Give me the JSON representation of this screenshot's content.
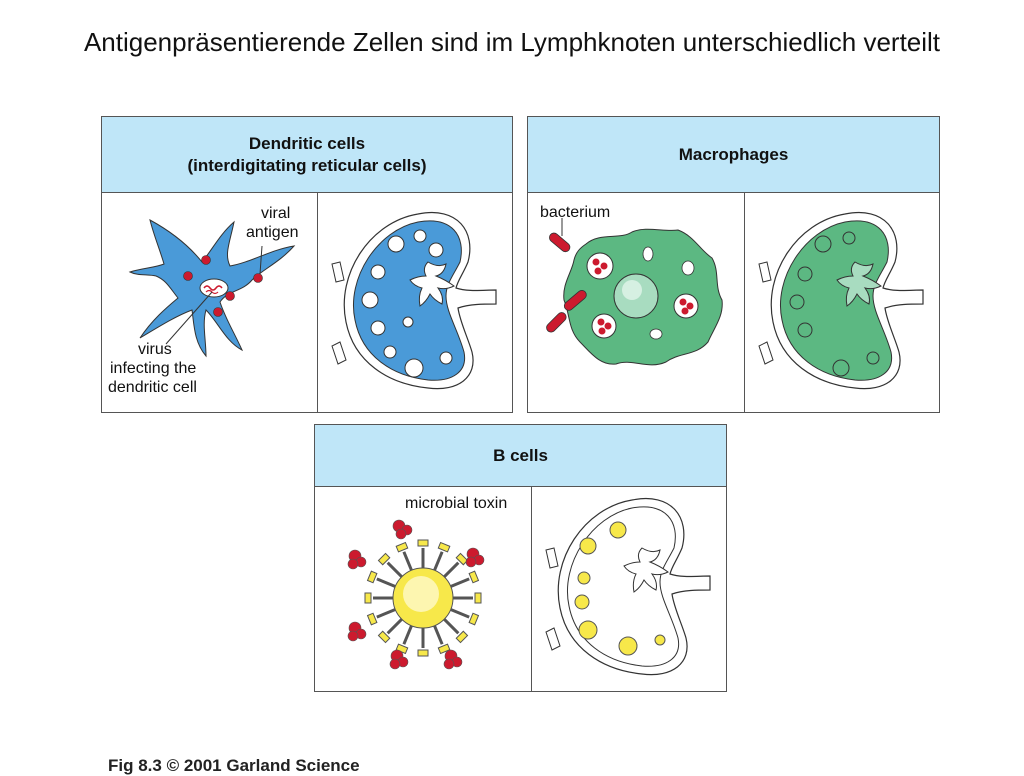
{
  "title": "Antigenpräsentierende Zellen sind im Lymphknoten unterschiedlich verteilt",
  "panels": {
    "dendritic": {
      "heading_line1": "Dendritic cells",
      "heading_line2": "(interdigitating reticular cells)",
      "label_viral_line1": "viral",
      "label_viral_line2": "antigen",
      "label_virus_line1": "virus",
      "label_virus_line2": "infecting the",
      "label_virus_line3": "dendritic cell",
      "color": "#4a9ad8"
    },
    "macrophages": {
      "heading": "Macrophages",
      "label_bacterium": "bacterium",
      "color": "#5cb882"
    },
    "bcells": {
      "heading": "B cells",
      "label_toxin": "microbial toxin",
      "color": "#f7e84a"
    }
  },
  "caption": "Fig 8.3 © 2001 Garland Science"
}
